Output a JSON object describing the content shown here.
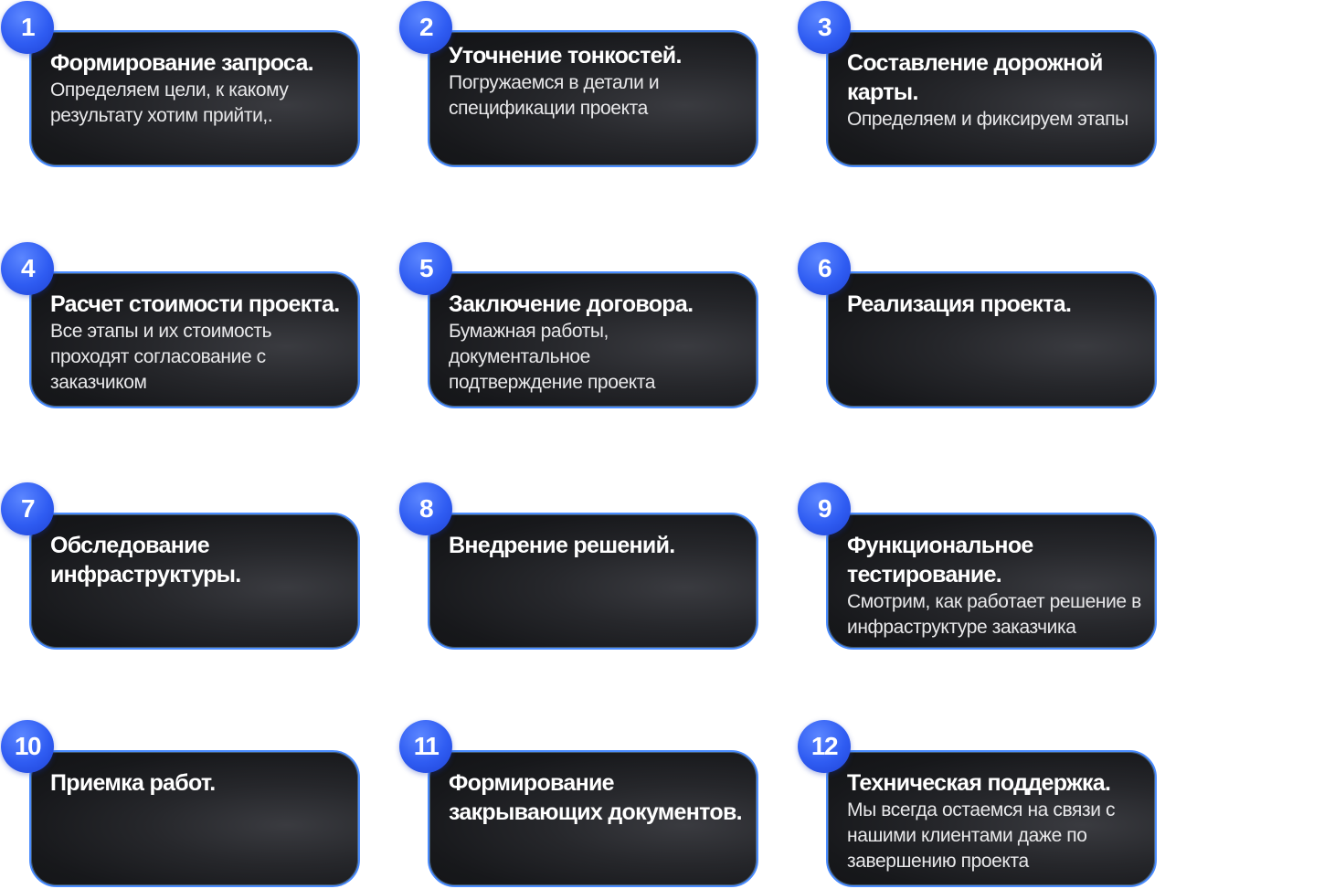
{
  "steps": [
    {
      "number": "1",
      "title": "Формирование запроса.",
      "description": "Определяем цели, к какому результату хотим прийти,."
    },
    {
      "number": "2",
      "title": "Уточнение тонкостей.",
      "description": "Погружаемся в детали и спецификации проекта"
    },
    {
      "number": "3",
      "title": "Составление дорожной карты.",
      "description": "Определяем и фиксируем этапы"
    },
    {
      "number": "4",
      "title": "Расчет стоимости проекта.",
      "description": "Все этапы и их стоимость проходят согласование с заказчиком"
    },
    {
      "number": "5",
      "title": "Заключение договора.",
      "description": "Бумажная работы, документальное подтверждение проекта"
    },
    {
      "number": "6",
      "title": "Реализация проекта.",
      "description": ""
    },
    {
      "number": "7",
      "title": "Обследование инфраструктуры.",
      "description": ""
    },
    {
      "number": "8",
      "title": "Внедрение решений.",
      "description": ""
    },
    {
      "number": "9",
      "title": "Функциональное тестирование.",
      "description": "Смотрим, как работает решение в инфраструктуре заказчика"
    },
    {
      "number": "10",
      "title": "Приемка работ.",
      "description": ""
    },
    {
      "number": "11",
      "title": "Формирование закрывающих документов.",
      "description": ""
    },
    {
      "number": "12",
      "title": "Техническая поддержка.",
      "description": "Мы всегда остаемся на связи с нашими клиентами даже по завершению проекта"
    }
  ],
  "colors": {
    "badge": "#2f5cf2",
    "card_border": "#4a8cff",
    "card_background": "#1c1d20"
  }
}
